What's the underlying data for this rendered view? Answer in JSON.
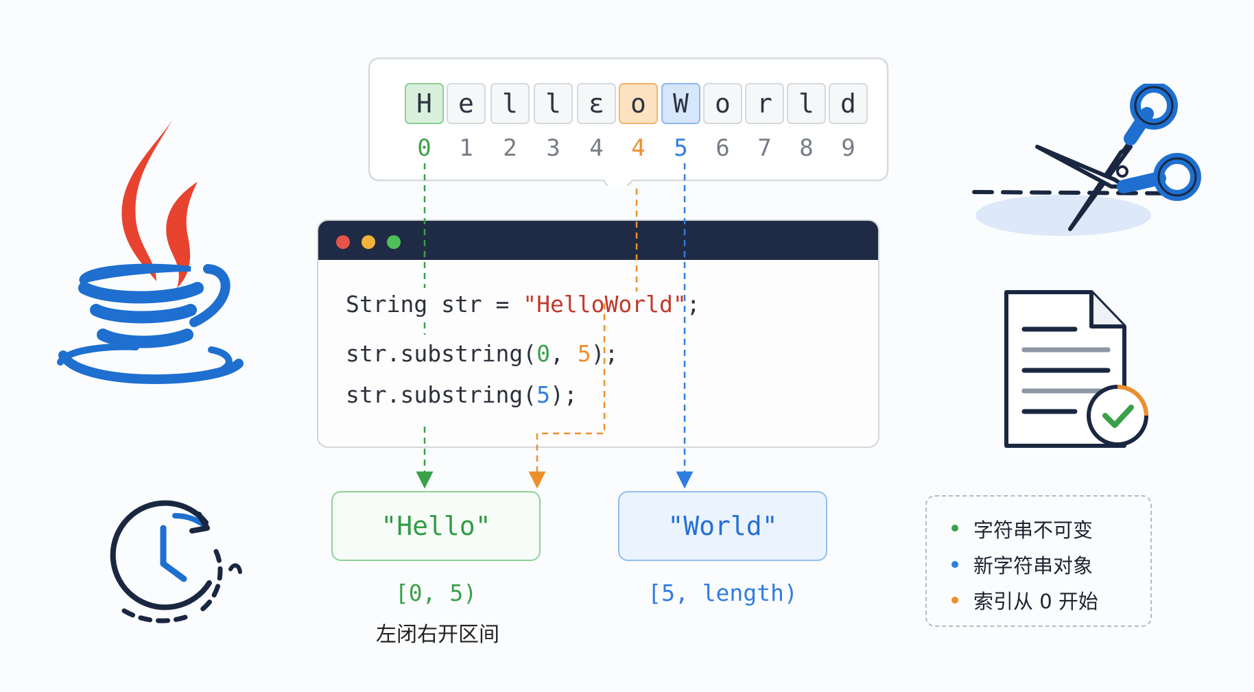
{
  "index_strip": {
    "chars": [
      "H",
      "e",
      "l",
      "l",
      "ɛ",
      "o",
      "W",
      "o",
      "r",
      "l",
      "d"
    ],
    "indices": [
      "0",
      "1",
      "2",
      "3",
      "4",
      "4",
      "5",
      "6",
      "7",
      "8",
      "9"
    ],
    "highlight": {
      "green": 0,
      "orange": 5,
      "blue": 6
    }
  },
  "code": {
    "line1": {
      "pre": "String str = ",
      "literal": "\"HelloWorld\"",
      "post": ";"
    },
    "line2": {
      "pre": "str.substring(",
      "arg1": "0",
      "sep": ", ",
      "arg2": "5",
      "post": ");"
    },
    "line3": {
      "pre": "str.substring(",
      "arg1": "5",
      "post": ");"
    }
  },
  "results": {
    "hello": {
      "value": "\"Hello\"",
      "range": "[0, 5)",
      "note": "左闭右开区间"
    },
    "world": {
      "value": "\"World\"",
      "range": "[5, length)"
    }
  },
  "facts": [
    {
      "text": "字符串不可变",
      "dot_color": "#3aa04a"
    },
    {
      "text": "新字符串对象",
      "dot_color": "#2f7de1"
    },
    {
      "text": "索引从 0 开始",
      "dot_color": "#ef8f2b"
    }
  ],
  "colors": {
    "green": "#3aa04a",
    "orange": "#ef8f2b",
    "blue": "#2f7de1",
    "literal_red": "#c0392b",
    "window_bar": "#1f2a44",
    "java_red": "#e8432e",
    "java_blue": "#1e6fd0"
  },
  "icons": [
    "java-logo-icon",
    "scissors-icon",
    "document-check-icon",
    "clock-refresh-icon"
  ]
}
